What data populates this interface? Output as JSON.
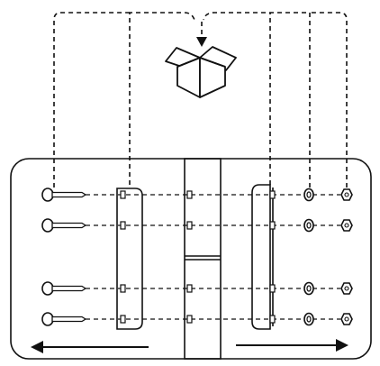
{
  "diagram": {
    "kind": "assembly-instruction",
    "hardware_rows": 4,
    "parts": [
      {
        "name": "parts-box",
        "icon": "open-box-icon"
      },
      {
        "name": "screw",
        "count": 4
      },
      {
        "name": "left-bracket",
        "count": 1
      },
      {
        "name": "center-panel",
        "count": 1
      },
      {
        "name": "right-bracket",
        "count": 1
      },
      {
        "name": "washer",
        "count": 4
      },
      {
        "name": "nut",
        "count": 4
      }
    ],
    "arrows": [
      {
        "name": "move-left-arrow",
        "direction": "left"
      },
      {
        "name": "move-right-arrow",
        "direction": "right"
      }
    ],
    "colors": {
      "ink": "#111111",
      "background": "#ffffff"
    }
  }
}
